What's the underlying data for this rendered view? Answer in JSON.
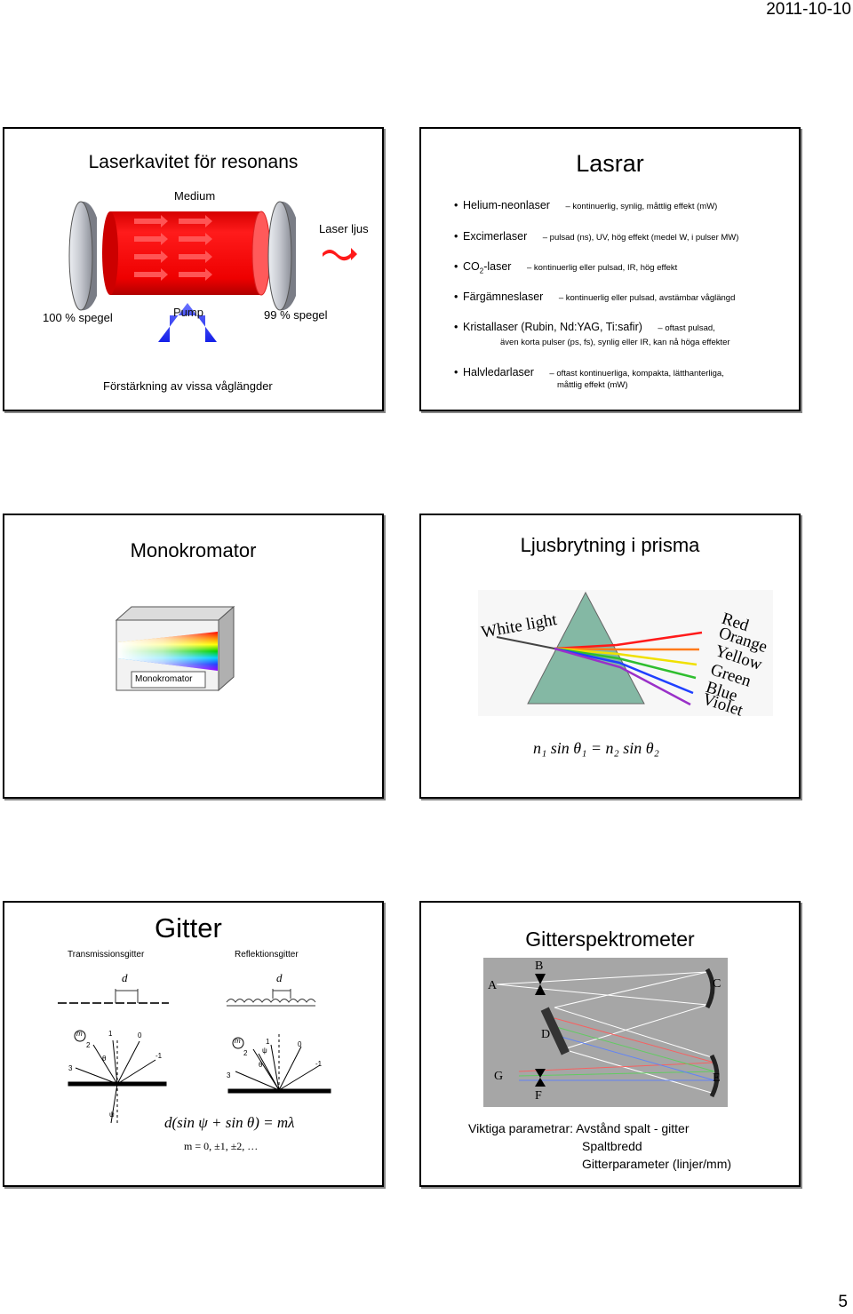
{
  "header": {
    "date": "2011-10-10"
  },
  "page_number": "5",
  "slide1": {
    "title": "Laserkavitet för resonans",
    "medium": "Medium",
    "laser_light": "Laser ljus",
    "mirror_left": "100 % spegel",
    "pump": "Pump",
    "mirror_right": "99 % spegel",
    "caption": "Förstärkning av vissa våglängder"
  },
  "slide2": {
    "title": "Lasrar",
    "items": [
      {
        "name": "Helium-neonlaser",
        "desc": "– kontinuerlig, synlig, måttlig effekt (mW)"
      },
      {
        "name": "Excimerlaser",
        "desc": "– pulsad (ns), UV, hög effekt (medel W, i pulser MW)"
      },
      {
        "name_pre": "CO",
        "name_sub": "2",
        "name_post": "-laser",
        "desc": "– kontinuerlig eller pulsad, IR, hög effekt"
      },
      {
        "name": "Färgämneslaser",
        "desc": "– kontinuerlig eller pulsad, avstämbar våglängd"
      },
      {
        "name": "Kristallaser (Rubin, Nd:YAG, Ti:safir)",
        "desc": "– oftast pulsad,",
        "desc2": "även korta pulser (ps, fs), synlig eller IR, kan nå höga effekter"
      },
      {
        "name": "Halvledarlaser",
        "desc": "– oftast kontinuerliga, kompakta, lätthanterliga,",
        "desc2": "måttlig effekt (mW)"
      }
    ]
  },
  "slide3": {
    "title": "Monokromator",
    "box_label": "Monokromator"
  },
  "slide4": {
    "title": "Ljusbrytning i prisma",
    "white_light": "White light",
    "colors": [
      "Red",
      "Orange",
      "Yellow",
      "Green",
      "Blue",
      "Violet"
    ],
    "formula": "n₁ sin θ₁ = n₂ sin θ₂"
  },
  "slide5": {
    "title": "Gitter",
    "transmission": "Transmissionsgitter",
    "reflection": "Reflektionsgitter",
    "d_label": "d",
    "formula": "d(sin ψ + sin θ) = mλ",
    "m_values": "m = 0, ±1, ±2, …",
    "orders_left": [
      "m",
      "2",
      "1",
      "0",
      "-1",
      "3",
      "θ",
      "ψ"
    ],
    "orders_right": [
      "m",
      "1",
      "0",
      "2",
      "-1",
      "3",
      "ψ",
      "θ"
    ]
  },
  "slide6": {
    "title": "Gitterspektrometer",
    "points": [
      "A",
      "B",
      "C",
      "D",
      "E",
      "F",
      "G"
    ],
    "params_line1": "Viktiga parametrar: Avstånd spalt - gitter",
    "params_line2": "Spaltbredd",
    "params_line3": "Gitterparameter (linjer/mm)"
  }
}
